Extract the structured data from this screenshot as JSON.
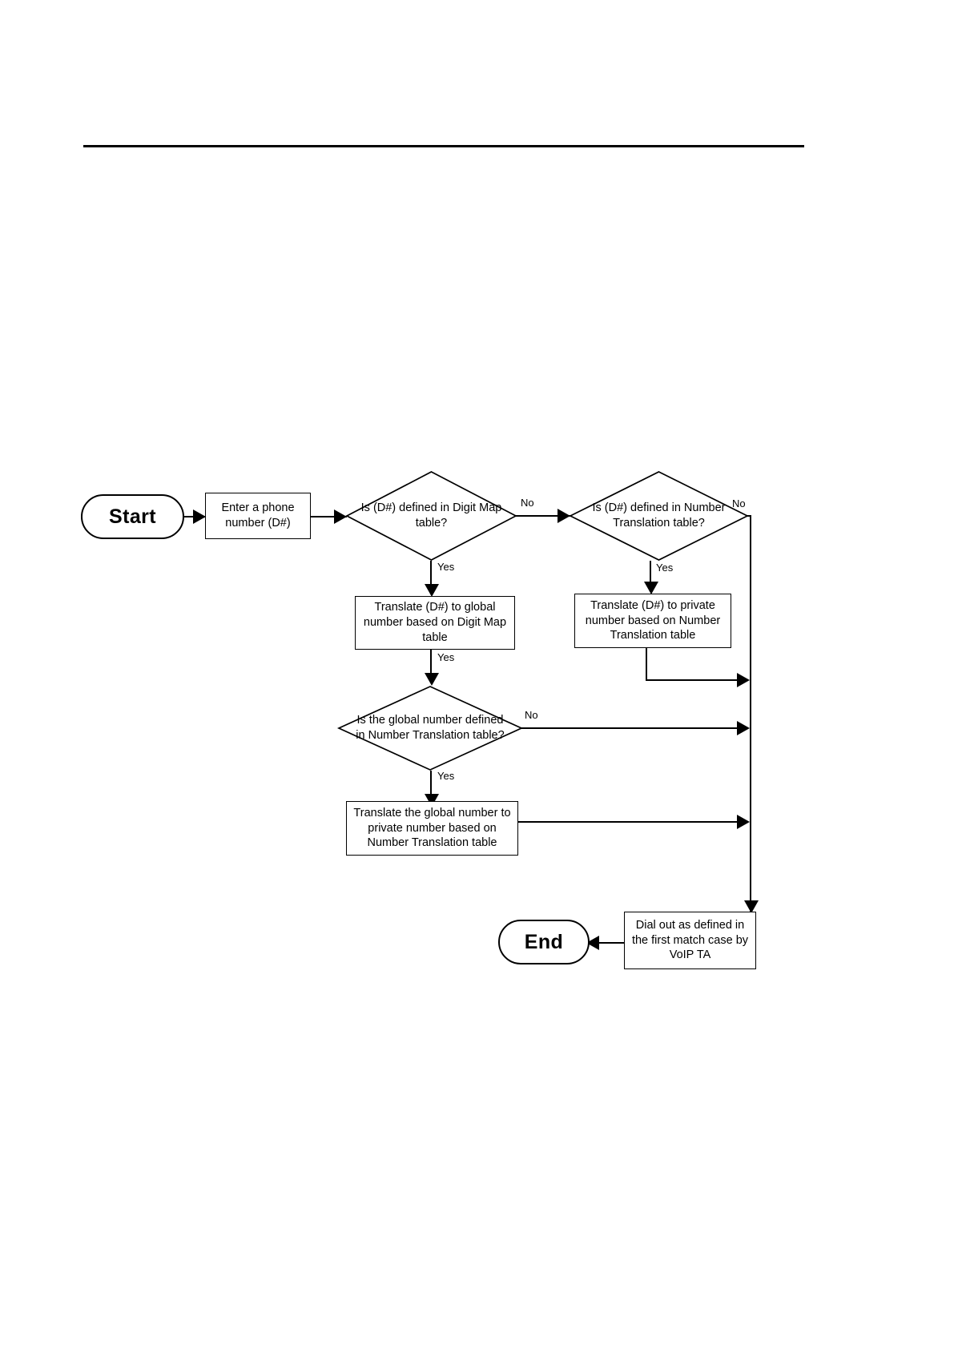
{
  "page": {
    "title": "Dial plan number translation flowchart",
    "background_color": "#ffffff",
    "line_color": "#000000"
  },
  "diagram": {
    "nodes": {
      "start": {
        "label": "Start",
        "shape": "terminal"
      },
      "enter_number": {
        "label": "Enter a phone number (D#)",
        "shape": "process"
      },
      "decision_digit_map": {
        "label": "Is (D#) defined in Digit Map table?",
        "shape": "decision"
      },
      "decision_number_translation": {
        "label": "Is (D#) defined in Number Translation table?",
        "shape": "decision"
      },
      "translate_global": {
        "label": "Translate (D#) to global number based on Digit Map table",
        "shape": "process"
      },
      "translate_private": {
        "label": "Translate (D#) to private number based on Number Translation table",
        "shape": "process"
      },
      "decision_global_in_nt": {
        "label": "Is the global number defined in Number Translation table?",
        "shape": "decision"
      },
      "translate_global_to_private": {
        "label": "Translate the global number to private number based on Number Translation table",
        "shape": "process"
      },
      "dial_out": {
        "label": "Dial out as defined in the first match case by VoIP TA",
        "shape": "process"
      },
      "end": {
        "label": "End",
        "shape": "terminal"
      }
    },
    "edge_labels": {
      "digit_map_no": "No",
      "digit_map_yes": "Yes",
      "number_translation_no": "No",
      "number_translation_yes": "Yes",
      "global_flow_yes": "Yes",
      "global_in_nt_no": "No",
      "global_in_nt_yes": "Yes"
    }
  }
}
